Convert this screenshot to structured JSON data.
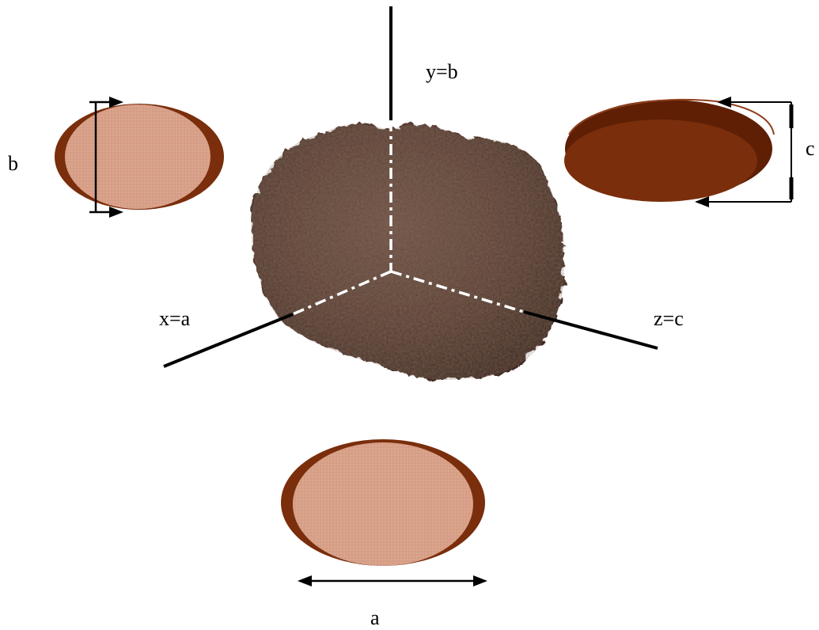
{
  "labels": {
    "y_axis": "y=b",
    "x_axis": "x=a",
    "z_axis": "z=c",
    "dim_a": "a",
    "dim_b": "b",
    "dim_c": "c"
  },
  "colors": {
    "background": "#ffffff",
    "rim": "#7a2e0c",
    "disc_face": "#d8a088",
    "rock": "#5c4134",
    "axis": "#000000",
    "hidden_axis": "#ffffff"
  },
  "pictures": {
    "center": "porous-rock-photo",
    "top_left": "ellipse-disc-view-b",
    "top_right": "ellipse-disc-edge-view-c",
    "bottom": "ellipse-disc-view-a"
  }
}
